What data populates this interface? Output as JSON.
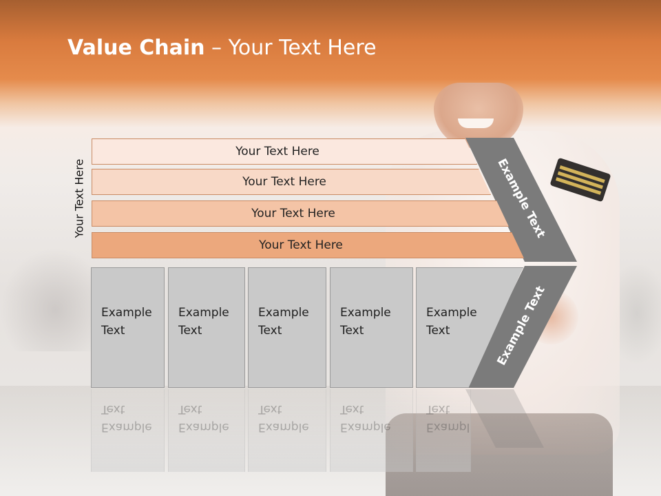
{
  "slide": {
    "title_bold": "Value Chain",
    "title_rest": " – Your Text Here",
    "side_label": "Your Text Here"
  },
  "bars": [
    {
      "label": "Your Text Here",
      "color": "#fbe8df"
    },
    {
      "label": "Your Text Here",
      "color": "#f8d9c7"
    },
    {
      "label": "Your Text Here",
      "color": "#f4c4a6"
    },
    {
      "label": "Your Text Here",
      "color": "#eca87d"
    }
  ],
  "columns": [
    {
      "line1": "Example",
      "line2": "Text"
    },
    {
      "line1": "Example",
      "line2": "Text"
    },
    {
      "line1": "Example",
      "line2": "Text"
    },
    {
      "line1": "Example",
      "line2": "Text"
    },
    {
      "line1": "Example",
      "line2": "Text"
    }
  ],
  "chevron": {
    "upper_label": "Example Text",
    "lower_label": "Example Text",
    "color": "#7b7b7b"
  },
  "colors": {
    "header_orange": "#e0833f",
    "column_gray": "#c9c9c9"
  }
}
